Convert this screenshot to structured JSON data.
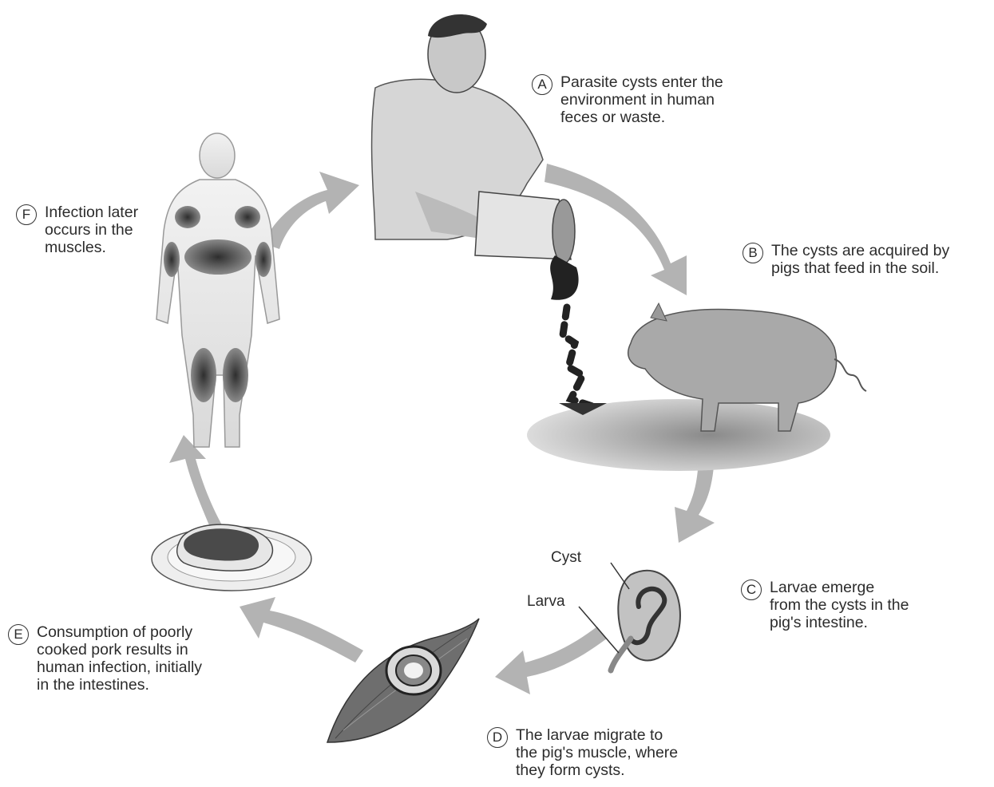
{
  "steps": [
    {
      "letter": "A",
      "text": "Parasite cysts enter the\nenvironment in human\nfeces or waste."
    },
    {
      "letter": "B",
      "text": "The cysts are acquired by\npigs that feed in the soil."
    },
    {
      "letter": "C",
      "text": "Larvae emerge\nfrom the cysts in the\npig's intestine."
    },
    {
      "letter": "D",
      "text": "The larvae migrate to\nthe pig's muscle, where\nthey form cysts."
    },
    {
      "letter": "E",
      "text": "Consumption of poorly\ncooked pork results in\nhuman infection, initially\nin the intestines."
    },
    {
      "letter": "F",
      "text": "Infection later\noccurs in the\nmuscles."
    }
  ],
  "cyst_label": "Cyst",
  "larva_label": "Larva"
}
